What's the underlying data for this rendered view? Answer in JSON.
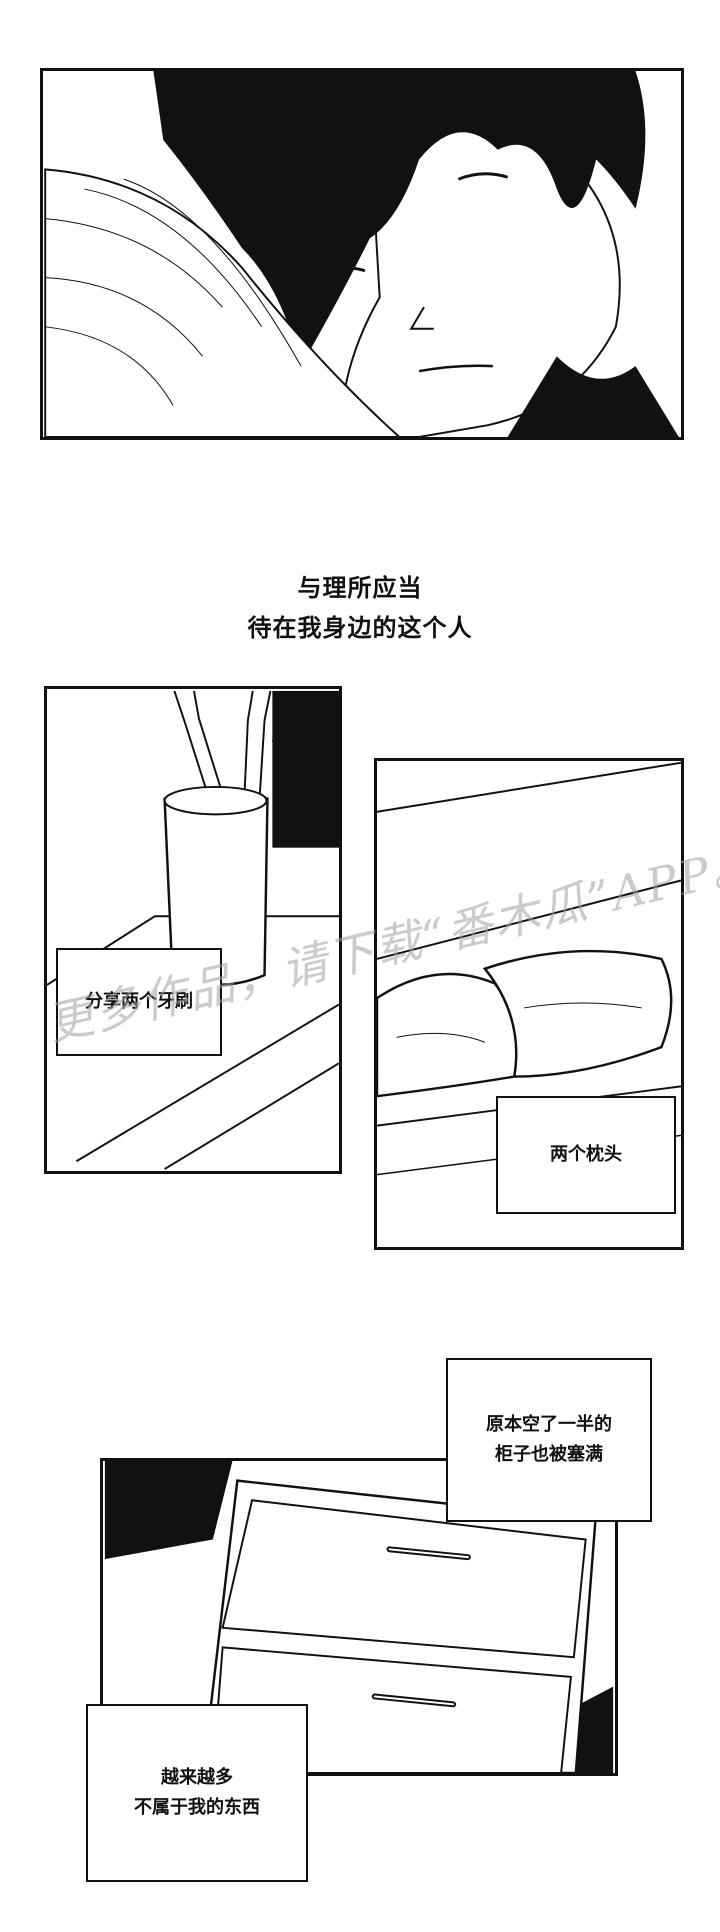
{
  "captions": {
    "line1": "与理所应当",
    "line2": "待在我身边的这个人"
  },
  "boxes": {
    "toothbrush": "分享两个牙刷",
    "pillows": "两个枕头",
    "closet": "原本空了一半的\n柜子也被塞满",
    "things": "越来越多\n不属于我的东西"
  },
  "watermark": "更多作品，请下载“番木瓜”APP。"
}
